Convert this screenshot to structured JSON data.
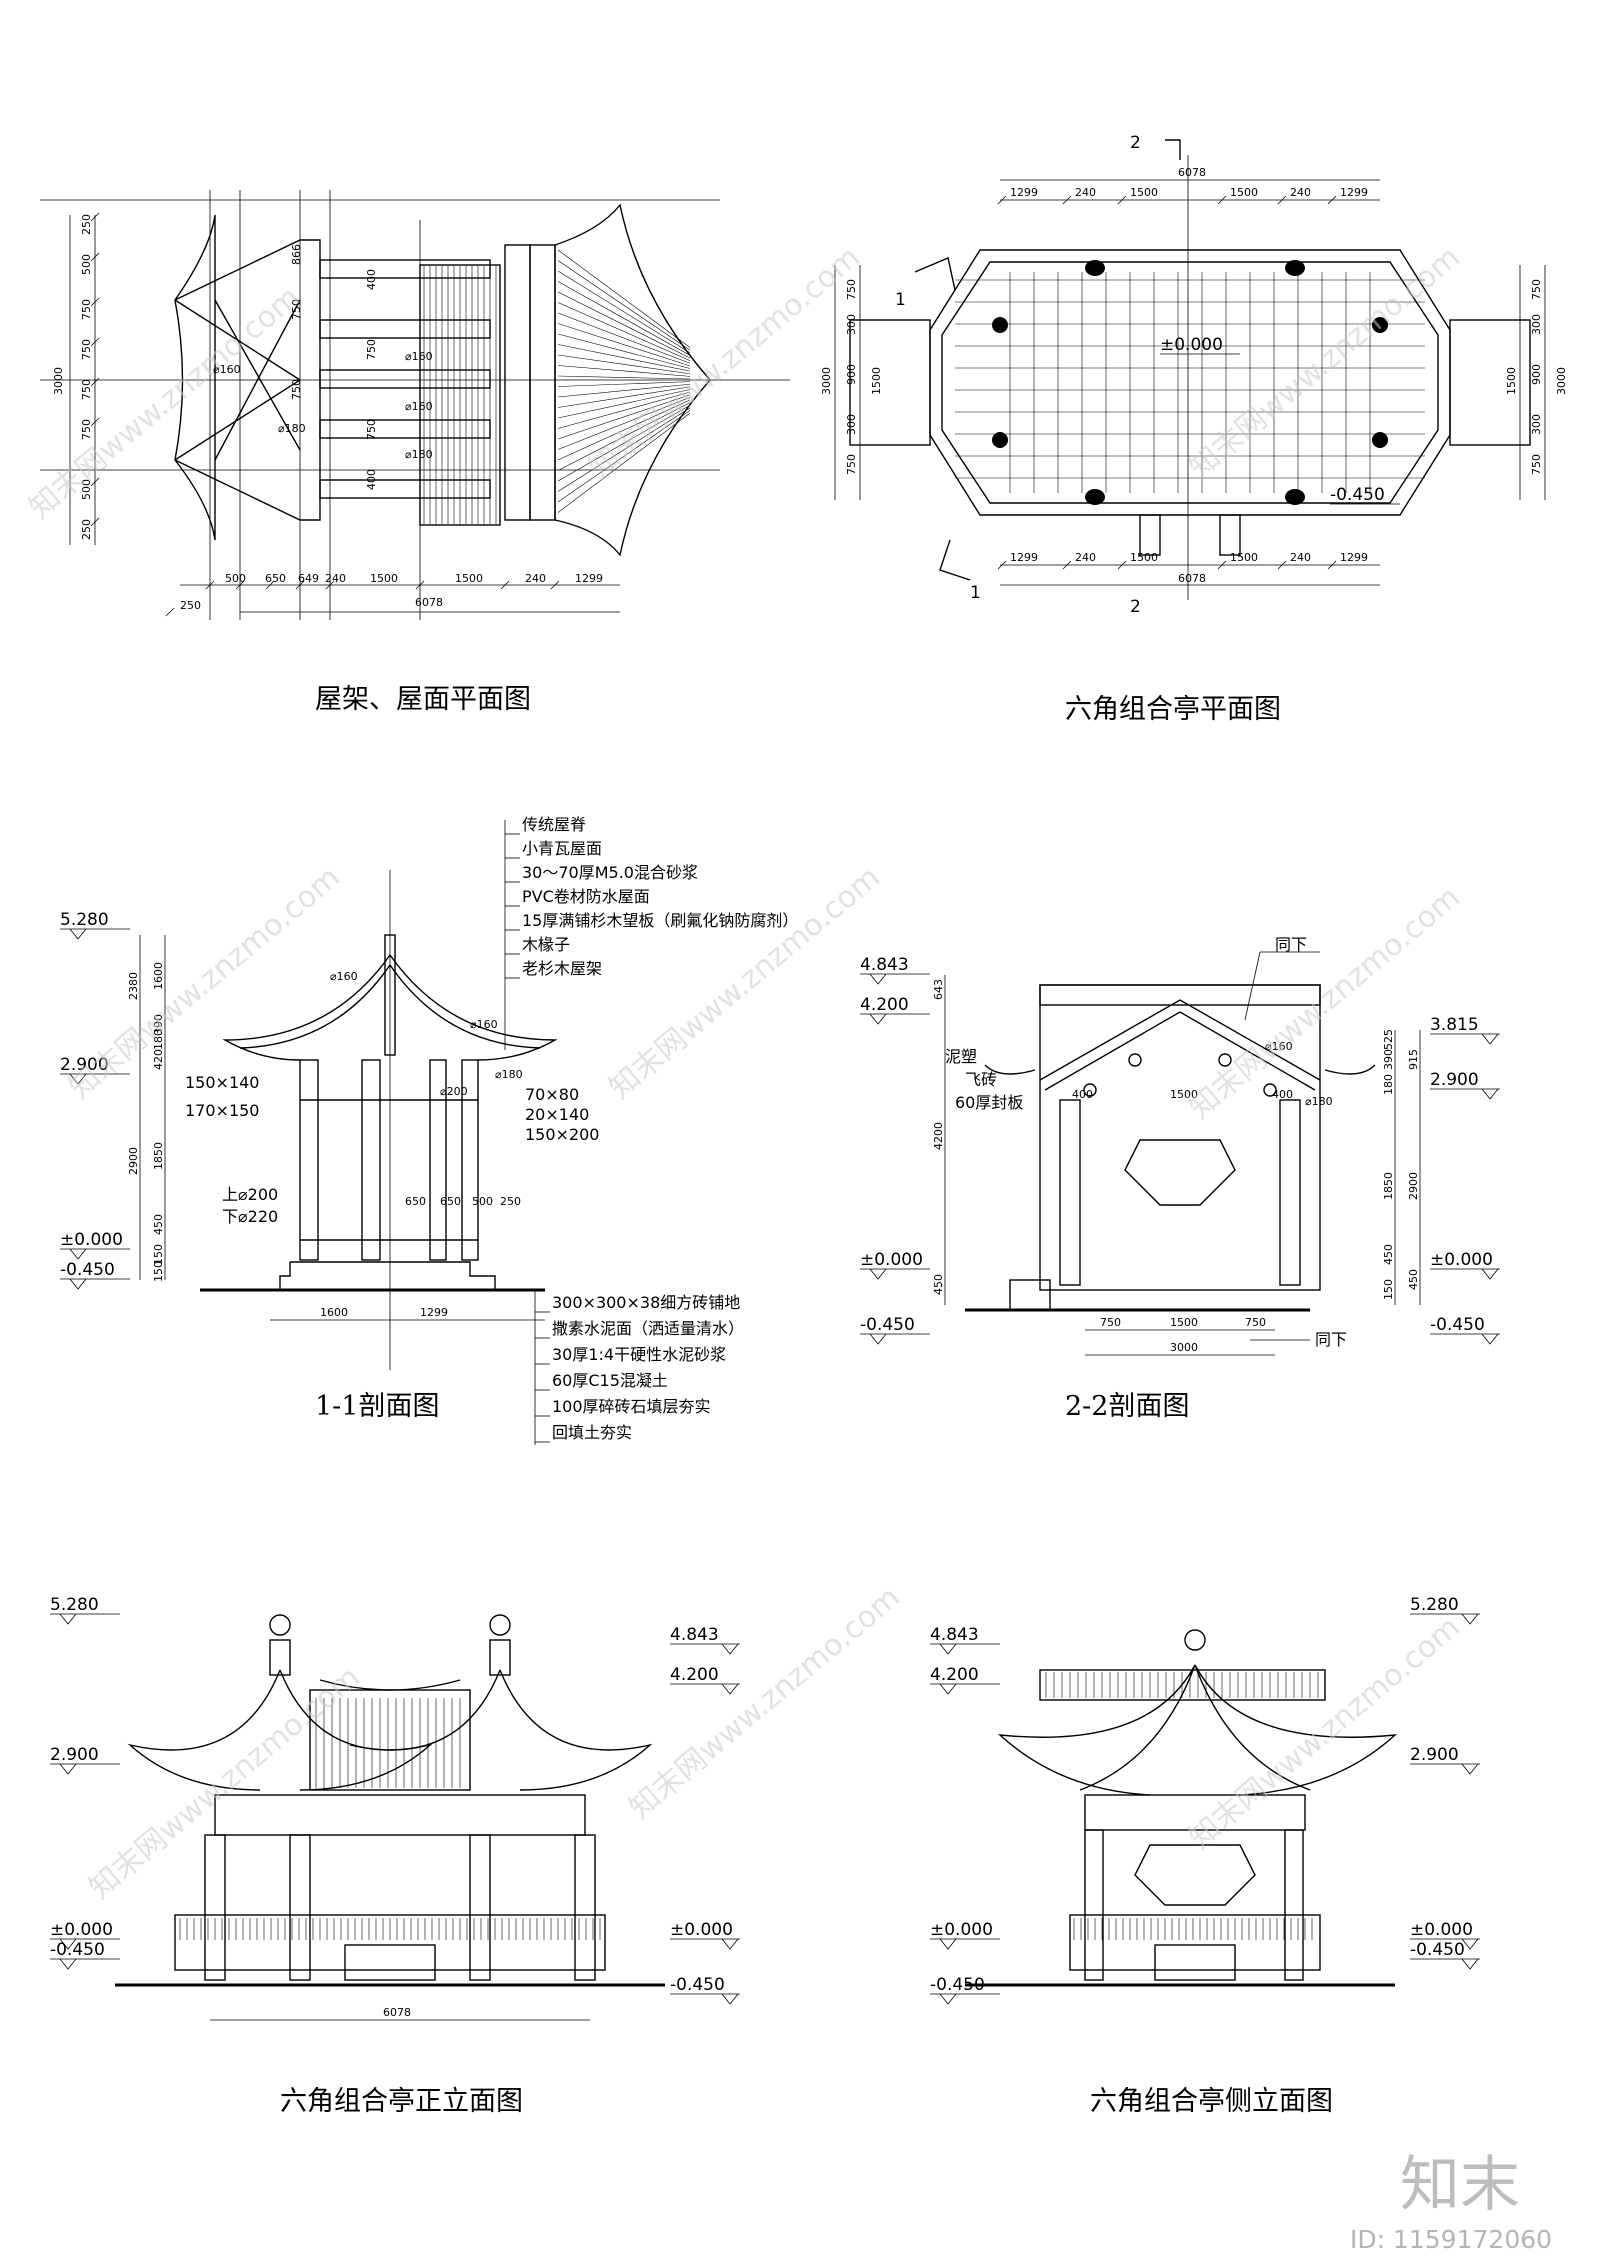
{
  "titles": {
    "roof_plan": "屋架、屋面平面图",
    "floor_plan": "六角组合亭平面图",
    "section_1": "1-1剖面图",
    "section_2": "2-2剖面图",
    "front_elevation": "六角组合亭正立面图",
    "side_elevation": "六角组合亭侧立面图"
  },
  "roof_plan": {
    "dims_bottom": [
      "250",
      "500",
      "650",
      "649",
      "240",
      "1500",
      "1500",
      "240",
      "1299"
    ],
    "total": "6078",
    "dims_left": [
      "250",
      "500",
      "750",
      "750",
      "750",
      "750",
      "500",
      "250"
    ],
    "overall_left": "3000",
    "inner_vertical": [
      "866",
      "400",
      "750",
      "750",
      "750",
      "750",
      "400"
    ],
    "members": [
      "⌀160",
      "⌀180",
      "⌀160",
      "⌀160",
      "⌀180"
    ]
  },
  "floor_plan": {
    "dims_top": [
      "1299",
      "240",
      "1500",
      "1500",
      "240",
      "1299"
    ],
    "total": "6078",
    "dims_left": [
      "750",
      "300",
      "900",
      "300",
      "750"
    ],
    "overall": "1500",
    "overall_full": "3000",
    "level_top": "±0.000",
    "level_low": "-0.450",
    "section_marks": [
      "1",
      "1",
      "2",
      "2"
    ]
  },
  "section_1": {
    "levels": [
      "5.280",
      "2.900",
      "±0.000",
      "-0.450"
    ],
    "dims_left": [
      "1600",
      "390",
      "180",
      "420",
      "1850",
      "450",
      "150",
      "150"
    ],
    "outer_left": [
      "2380",
      "2900"
    ],
    "members": [
      "⌀160",
      "⌀160",
      "⌀180",
      "150×140",
      "170×150",
      "⌀200",
      "70×80",
      "20×140",
      "150×200"
    ],
    "col_top": "上⌀200",
    "col_bot": "下⌀220",
    "dims_inner": [
      "650",
      "650",
      "500",
      "250"
    ],
    "dims_bottom": [
      "1600",
      "1299"
    ],
    "roof_notes": [
      "传统屋脊",
      "小青瓦屋面",
      "30～70厚M5.0混合砂浆",
      "PVC卷材防水屋面",
      "15厚满铺杉木望板（刷氟化钠防腐剂）",
      "木椽子",
      "老杉木屋架"
    ],
    "floor_notes": [
      "300×300×38细方砖铺地",
      "撒素水泥面（洒适量清水）",
      "30厚1:4干硬性水泥砂浆",
      "60厚C15混凝土",
      "100厚碎砖石填层夯实",
      "回填土夯实"
    ]
  },
  "section_2": {
    "levels_left": [
      "4.843",
      "4.200",
      "±0.000",
      "-0.450"
    ],
    "levels_right": [
      "3.815",
      "2.900",
      "±0.000",
      "-0.450"
    ],
    "dims_left": [
      "643",
      "4200",
      "450"
    ],
    "dims_right": [
      "525",
      "390",
      "180",
      "1850",
      "450",
      "150",
      "915",
      "2900",
      "450"
    ],
    "members": [
      "⌀160",
      "⌀180"
    ],
    "notes": [
      "泥塑",
      "飞砖",
      "60厚封板"
    ],
    "same_below": "同下",
    "dims_inner": [
      "400",
      "1500",
      "400"
    ],
    "dims_bottom": [
      "750",
      "1500",
      "750"
    ],
    "total": "3000"
  },
  "front_elevation": {
    "levels_left": [
      "5.280",
      "2.900",
      "±0.000",
      "-0.450"
    ],
    "levels_right": [
      "4.843",
      "4.200",
      "±0.000",
      "-0.450"
    ],
    "total": "6078"
  },
  "side_elevation": {
    "levels_left": [
      "4.843",
      "4.200",
      "±0.000",
      "-0.450"
    ],
    "levels_right": [
      "5.280",
      "2.900",
      "±0.000",
      "-0.450"
    ]
  },
  "watermark": "知末网www.znzmo.com",
  "brand": "知末",
  "image_id": "ID: 1159172060"
}
